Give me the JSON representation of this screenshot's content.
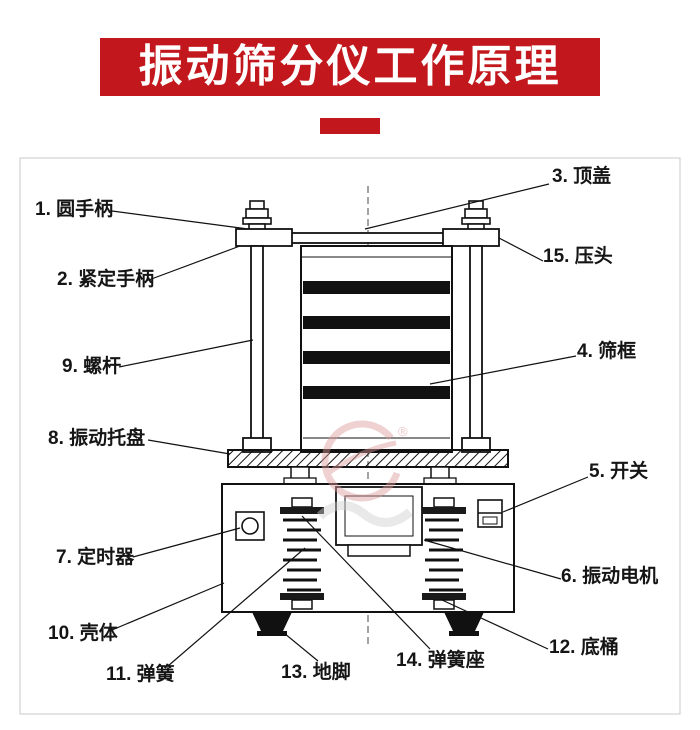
{
  "header": {
    "title": "振动筛分仪工作原理",
    "accent_color": "#c2181d"
  },
  "diagram": {
    "labels": [
      {
        "id": 1,
        "text": "1. 圆手柄"
      },
      {
        "id": 2,
        "text": "2. 紧定手柄"
      },
      {
        "id": 3,
        "text": "3. 顶盖"
      },
      {
        "id": 15,
        "text": "15. 压头"
      },
      {
        "id": 9,
        "text": "9. 螺杆"
      },
      {
        "id": 4,
        "text": "4. 筛框"
      },
      {
        "id": 8,
        "text": "8. 振动托盘"
      },
      {
        "id": 5,
        "text": "5. 开关"
      },
      {
        "id": 7,
        "text": "7. 定时器"
      },
      {
        "id": 6,
        "text": "6. 振动电机"
      },
      {
        "id": 10,
        "text": "10. 壳体"
      },
      {
        "id": 12,
        "text": "12. 底桶"
      },
      {
        "id": 11,
        "text": "11. 弹簧"
      },
      {
        "id": 13,
        "text": "13. 地脚"
      },
      {
        "id": 14,
        "text": "14. 弹簧座"
      }
    ],
    "watermark": {
      "registered_mark": "®"
    }
  }
}
